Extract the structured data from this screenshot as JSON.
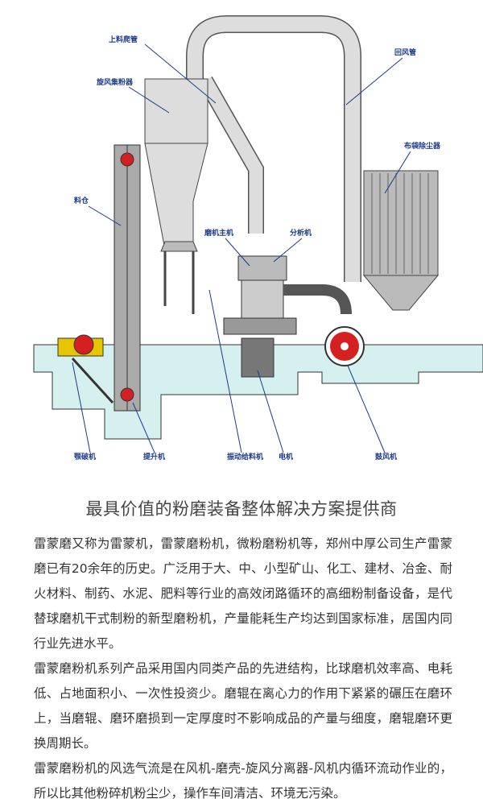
{
  "diagram": {
    "labels": {
      "feed_pipe": "上料爬管",
      "cyclone": "旋风集粉器",
      "return_air_pipe": "回风管",
      "bag_filter": "布袋除尘器",
      "hopper": "料仓",
      "main_mill": "磨机主机",
      "classifier": "分析机",
      "jaw_crusher": "颚破机",
      "elevator": "提升机",
      "vibrating_feeder": "振动给料机",
      "motor": "电机",
      "blower": "鼓风机"
    },
    "colors": {
      "ground": "#d6f0ef",
      "pipe": "#d8d8d8",
      "accent_red": "#d42020",
      "label": "#1a3a8a"
    }
  },
  "title": "最具价值的粉磨装备整体解决方案提供商",
  "paragraphs": [
    "雷蒙磨又称为雷蒙机，雷蒙磨粉机，微粉磨粉机等，郑州中厚公司生产雷蒙磨已有20余年的历史。广泛用于大、中、小型矿山、化工、建材、冶金、耐火材料、制药、水泥、肥料等行业的高效闭路循环的高细粉制备设备，是代替球磨机干式制粉的新型磨粉机，产量能耗生产均达到国家标准，居国内同行业先进水平。",
    "雷蒙磨粉机系列产品采用国内同类产品的先进结构，比球磨机效率高、电耗低、占地面积小、一次性投资少。磨辊在离心力的作用下紧紧的碾压在磨环上，当磨辊、磨环磨损到一定厚度时不影响成品的产量与细度，磨辊磨环更换周期长。",
    "雷蒙磨粉机的风选气流是在风机-磨壳-旋风分离器-风机内循环流动作业的，所以比其他粉碎机粉尘少，操作车间清洁、环境无污染。"
  ]
}
